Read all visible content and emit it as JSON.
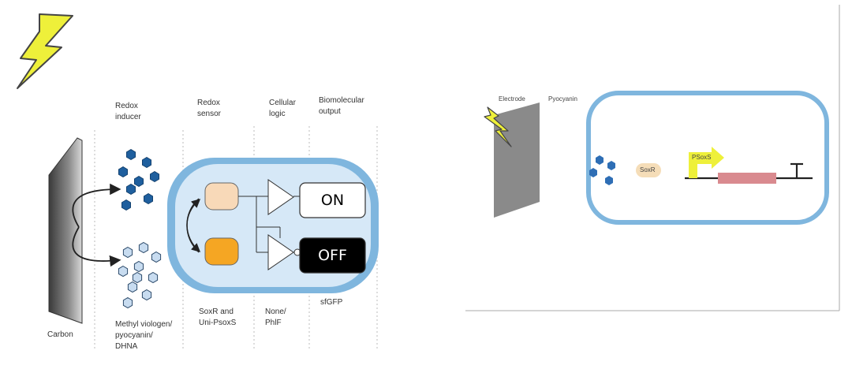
{
  "left_panel": {
    "columns": {
      "redox_inducer": "Redox\ninducer",
      "redox_sensor": "Redox\nsensor",
      "cellular_logic": "Cellular\nlogic",
      "biomolecular_output": "Biomolecular\noutput"
    },
    "bottom_labels": {
      "carbon": "Carbon",
      "mediators": "Methyl viologen/\npyocyanin/\nDHNA",
      "sensor": "SoxR and\nUni-PsoxS",
      "logic": "None/\nPhlF",
      "output": "sfGFP"
    },
    "states": {
      "on": "ON",
      "off": "OFF"
    }
  },
  "right_panel": {
    "electrode": "Electrode",
    "pyocyanin": "Pyocyanin",
    "soxr": "SoxR",
    "promoter": "PSoxS"
  },
  "colors": {
    "lightning": "#EEF03A",
    "cell_fill": "#D6E8F7",
    "cell_border": "#7FB6DE",
    "hexagon_dark": "#1F5F9E",
    "hexagon_light": "#C8DCF0",
    "sensor_off": "#F5A623",
    "sensor_on": "#F8D9B8",
    "gene": "#D98A8F",
    "soxr_fill": "#F5DDB8"
  }
}
